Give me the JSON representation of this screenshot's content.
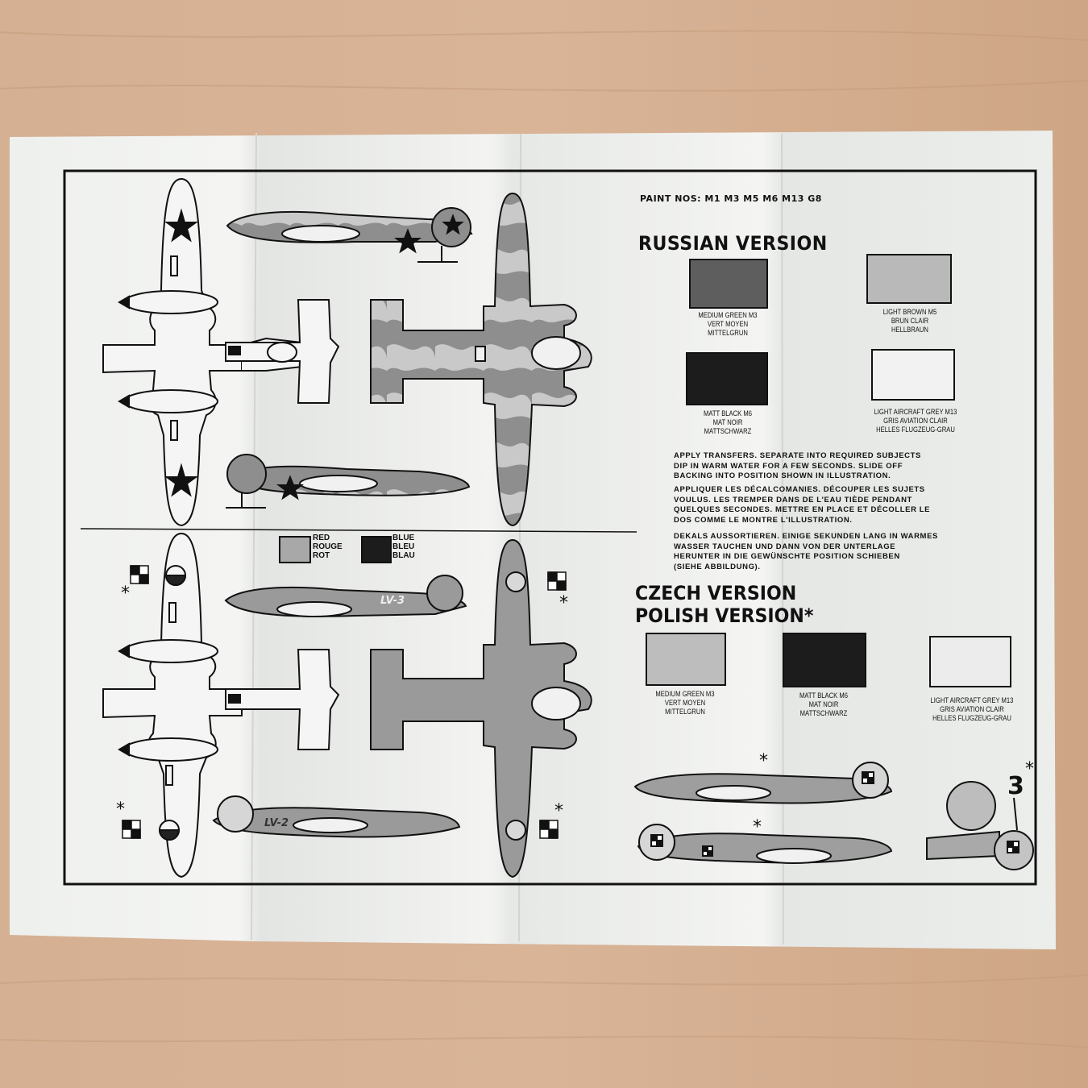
{
  "photo": {
    "paint_numbers": "PAINT NOS: M1 M3 M5 M6 M13 G8",
    "legend_small": {
      "red": [
        "RED",
        "ROUGE",
        "ROT"
      ],
      "blue": [
        "BLUE",
        "BLEU",
        "BLAU"
      ]
    },
    "russian": {
      "title": "RUSSIAN VERSION",
      "swatches": [
        {
          "id": "medium-green",
          "label": [
            "MEDIUM GREEN M3",
            "VERT MOYEN",
            "MITTELGRUN"
          ],
          "color": "#5e5e5e"
        },
        {
          "id": "light-brown",
          "label": [
            "LIGHT BROWN M5",
            "BRUN CLAIR",
            "HELLBRAUN"
          ],
          "color": "#b9b9b9"
        },
        {
          "id": "matt-black",
          "label": [
            "MATT BLACK M6",
            "MAT NOIR",
            "MATTSCHWARZ"
          ],
          "color": "#1c1c1c"
        },
        {
          "id": "light-aircraft-grey",
          "label": [
            "LIGHT AIRCRAFT GREY M13",
            "GRIS AVIATION CLAIR",
            "HELLES FLUGZEUG-GRAU"
          ],
          "color": "#f2f2f2"
        }
      ]
    },
    "instructions": {
      "en": "APPLY TRANSFERS. SEPARATE INTO REQUIRED SUBJECTS\nDIP IN WARM WATER FOR A FEW SECONDS. SLIDE OFF\nBACKING INTO POSITION SHOWN IN ILLUSTRATION.",
      "fr": "APPLIQUER LES DÉCALCOMANIES. DÉCOUPER LES SUJETS\nVOULUS. LES TREMPER DANS DE L'EAU TIÈDE PENDANT\nQUELQUES SECONDES. METTRE EN PLACE ET DÉCOLLER LE\nDOS COMME LE MONTRE L'ILLUSTRATION.",
      "de": "DEKALS AUSSORTIEREN. EINIGE SEKUNDEN LANG IN WARMES\nWASSER TAUCHEN UND DANN VON DER UNTERLAGE\nHERUNTER IN DIE GEWÜNSCHTE POSITION SCHIEBEN\n(SIEHE ABBILDUNG)."
    },
    "czech": {
      "title_line1": "CZECH VERSION",
      "title_line2": "POLISH VERSION*",
      "swatches": [
        {
          "id": "medium-green",
          "label": [
            "MEDIUM GREEN M3",
            "VERT MOYEN",
            "MITTELGRUN"
          ],
          "color": "#bdbdbd"
        },
        {
          "id": "matt-black",
          "label": [
            "MATT BLACK M6",
            "MAT NOIR",
            "MATTSCHWARZ"
          ],
          "color": "#1c1c1c"
        },
        {
          "id": "light-aircraft-grey",
          "label": [
            "LIGHT AIRCRAFT GREY M13",
            "GRIS AVIATION CLAIR",
            "HELLES FLUGZEUG-GRAU"
          ],
          "color": "#ececec"
        }
      ]
    },
    "aircraft_codes": [
      "LV-3",
      "LV-2"
    ],
    "tail_number": "3",
    "asterisk": "*",
    "colors": {
      "table": "#d4ae8e",
      "paper": "#f1f2f0",
      "ink": "#111111"
    }
  }
}
